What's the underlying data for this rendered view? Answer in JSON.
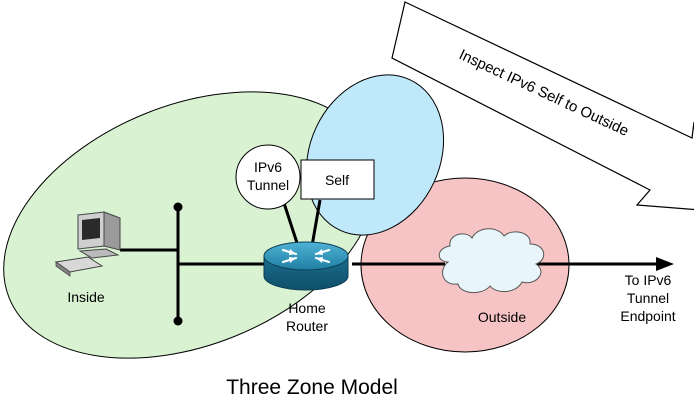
{
  "diagram": {
    "title": "Three Zone Model",
    "arrow_label": "Inspect IPv6 Self to Outside",
    "zones": {
      "inside": {
        "label": "Inside",
        "color": "#d8f2d2"
      },
      "self": {
        "label": "Self",
        "color": "#bfe9fb"
      },
      "outside": {
        "label": "Outside",
        "color": "#f6c4c4"
      }
    },
    "tunnel": {
      "line1": "IPv6",
      "line2": "Tunnel"
    },
    "router": {
      "line1": "Home",
      "line2": "Router",
      "color": "#1f7fa3"
    },
    "endpoint": {
      "line1": "To IPv6",
      "line2": "Tunnel",
      "line3": "Endpoint"
    },
    "cloud_color": "#e8f6fb"
  }
}
